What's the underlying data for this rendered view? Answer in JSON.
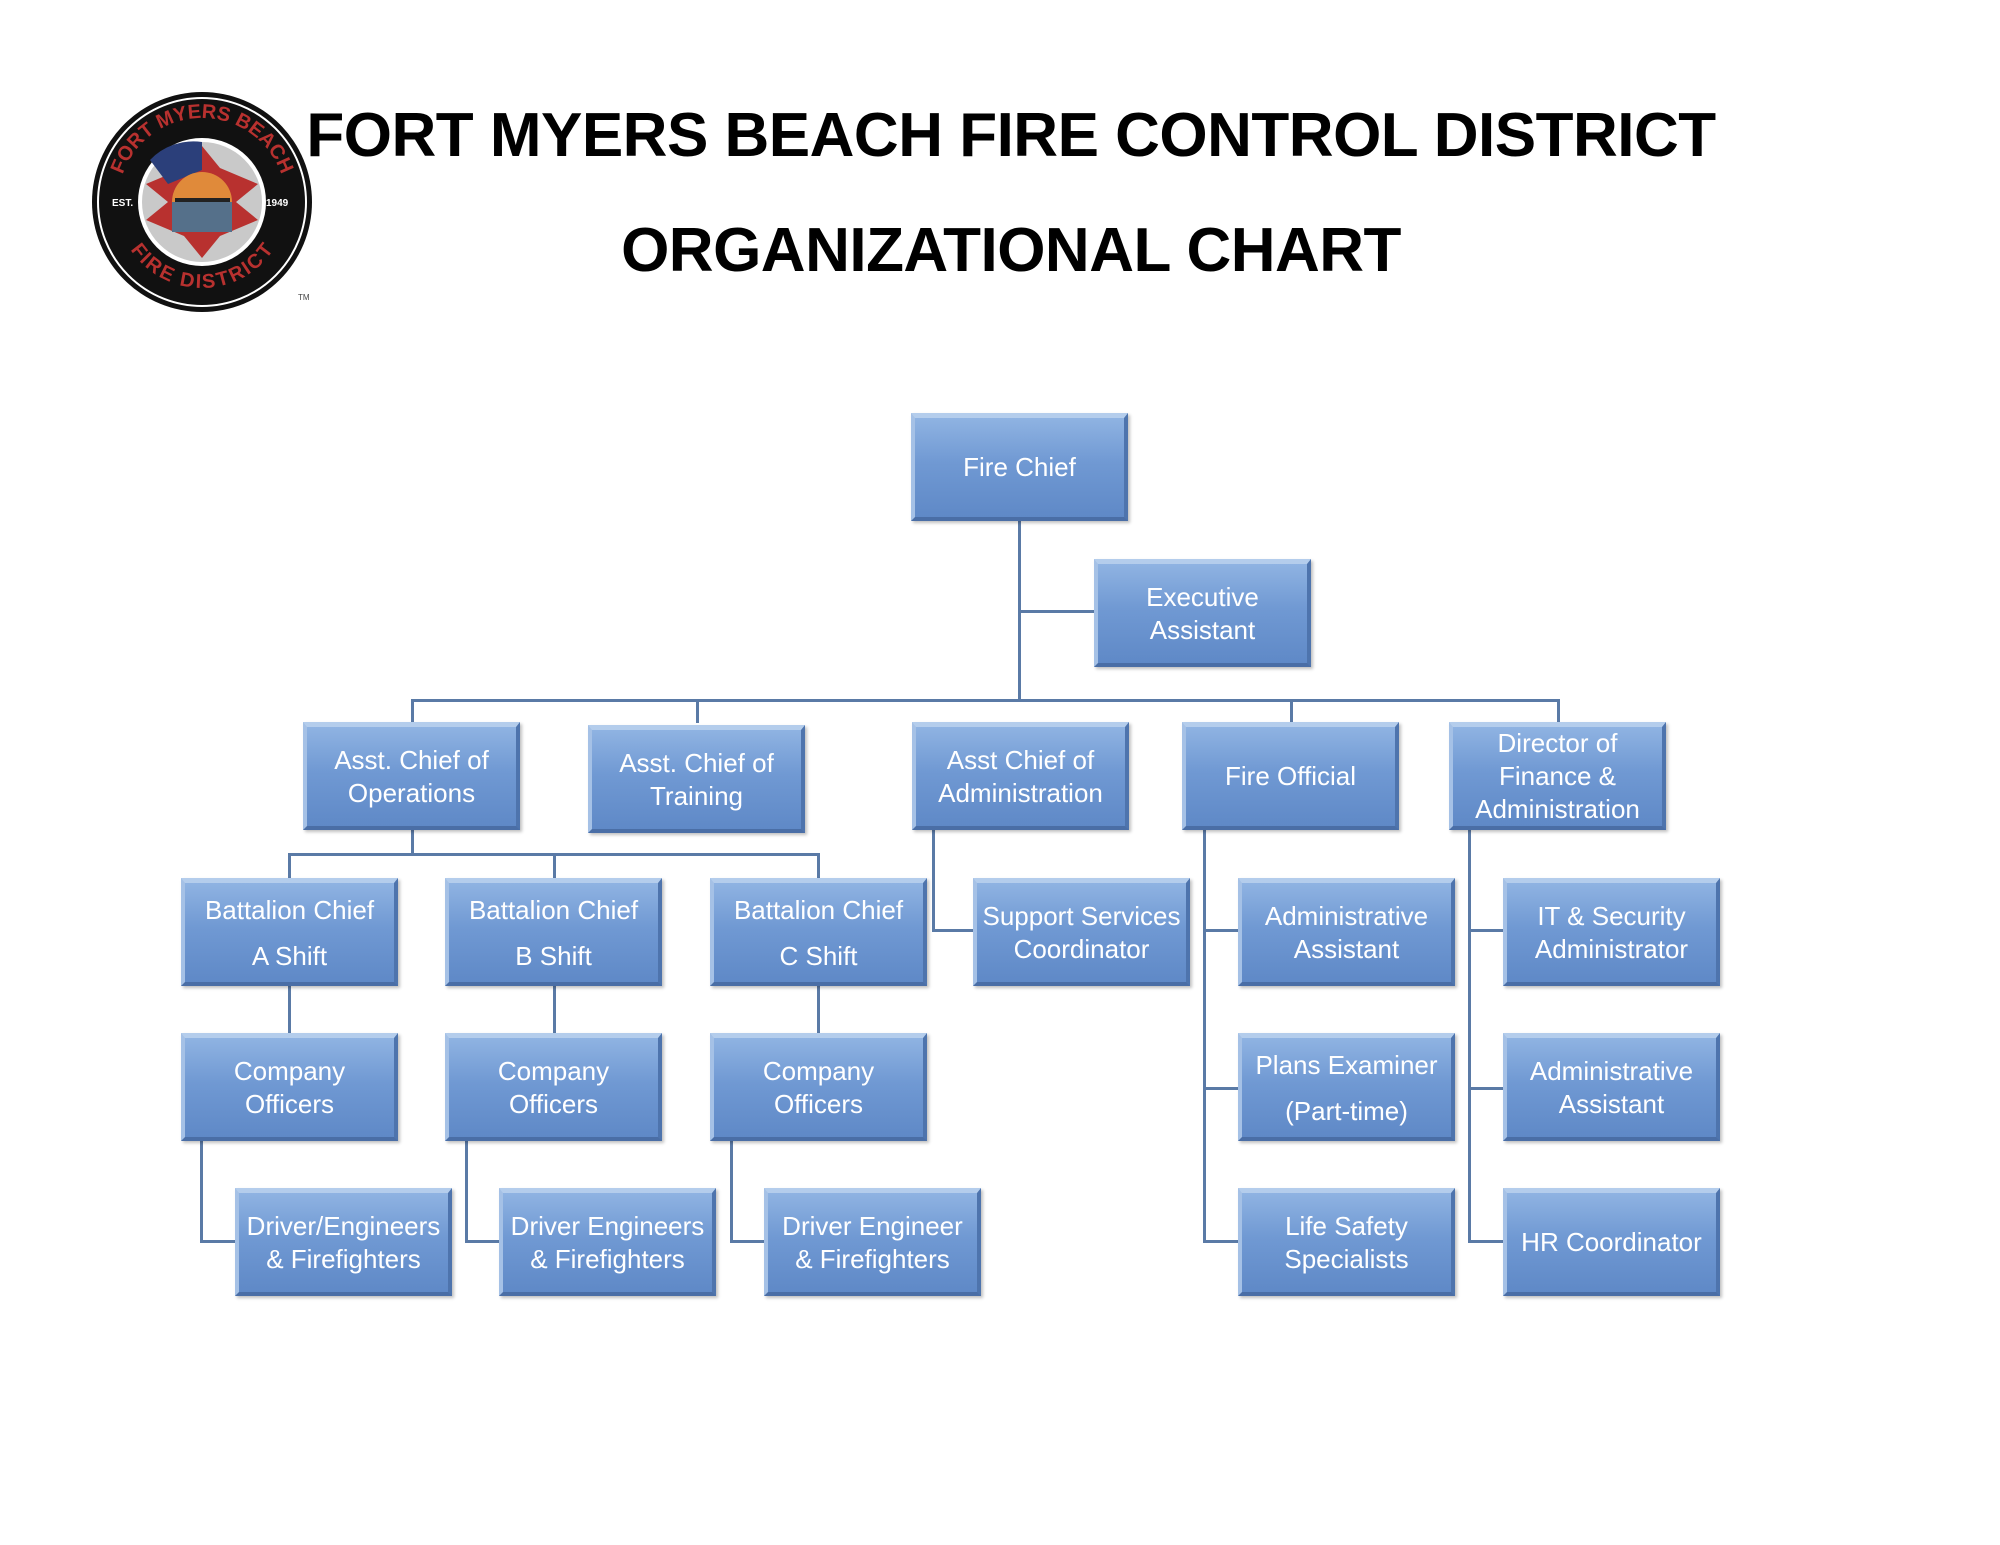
{
  "header": {
    "title_line1": "FORT MYERS BEACH FIRE CONTROL DISTRICT",
    "title_line2": "ORGANIZATIONAL CHART"
  },
  "logo": {
    "top_text": "FORT MYERS BEACH",
    "bottom_text": "FIRE DISTRICT",
    "est": "EST.",
    "year": "1949",
    "tm": "TM"
  },
  "chart": {
    "fire_chief": [
      "Fire Chief"
    ],
    "executive_assistant": [
      "Executive",
      "Assistant"
    ],
    "asst_chief_operations": [
      "Asst. Chief of",
      "Operations"
    ],
    "asst_chief_training": [
      "Asst. Chief of",
      "Training"
    ],
    "asst_chief_administration": [
      "Asst Chief of",
      "Administration"
    ],
    "fire_official": [
      "Fire Official"
    ],
    "director_finance": [
      "Director of",
      "Finance &",
      "Administration"
    ],
    "battalion_a": [
      "Battalion Chief",
      "A Shift"
    ],
    "battalion_b": [
      "Battalion Chief",
      "B Shift"
    ],
    "battalion_c": [
      "Battalion Chief",
      "C Shift"
    ],
    "company_officers_a": [
      "Company",
      "Officers"
    ],
    "company_officers_b": [
      "Company",
      "Officers"
    ],
    "company_officers_c": [
      "Company",
      "Officers"
    ],
    "drivers_a": [
      "Driver/Engineers",
      "& Firefighters"
    ],
    "drivers_b": [
      "Driver Engineers",
      "& Firefighters"
    ],
    "drivers_c": [
      "Driver Engineer",
      "& Firefighters"
    ],
    "support_services": [
      "Support Services",
      "Coordinator"
    ],
    "fo_admin_assistant": [
      "Administrative",
      "Assistant"
    ],
    "plans_examiner": [
      "Plans Examiner",
      "(Part-time)"
    ],
    "life_safety": [
      "Life Safety",
      "Specialists"
    ],
    "it_security": [
      "IT & Security",
      "Administrator"
    ],
    "fin_admin_assistant": [
      "Administrative",
      "Assistant"
    ],
    "hr_coordinator": [
      "HR Coordinator"
    ]
  },
  "colors": {
    "box": "#7099d3",
    "line": "#5a7aa6",
    "logo_red": "#b8312f"
  }
}
